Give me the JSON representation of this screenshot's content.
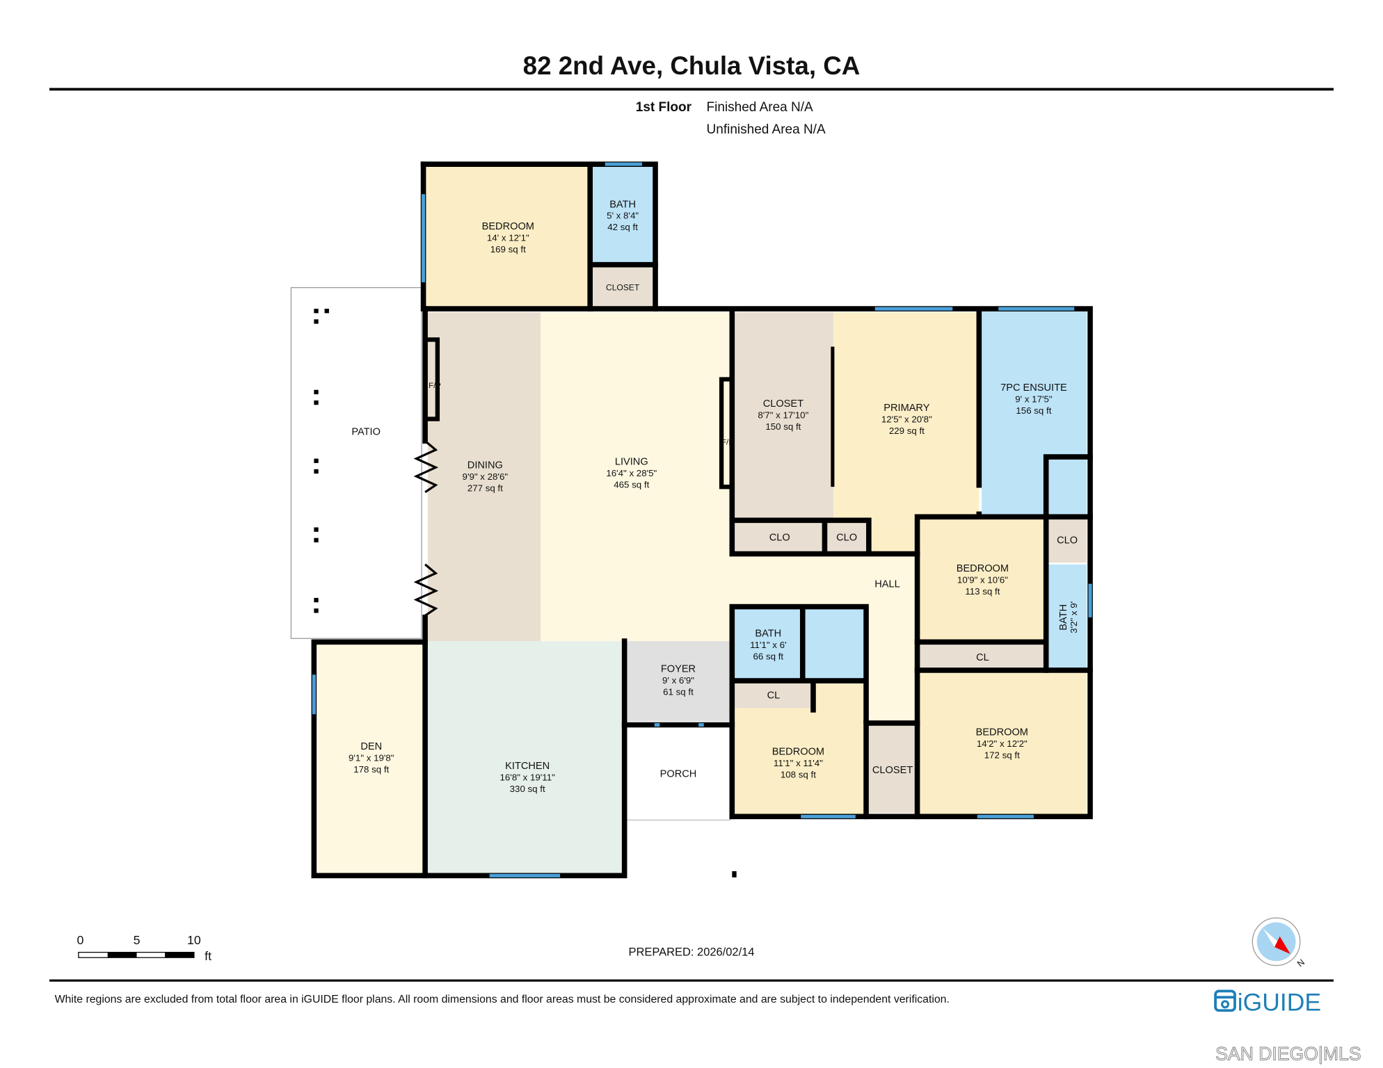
{
  "title": "82 2nd Ave, Chula Vista, CA",
  "floor": {
    "name": "1st Floor",
    "finished_area": "Finished Area N/A",
    "unfinished_area": "Unfinished Area N/A"
  },
  "rooms": [
    {
      "name": "BEDROOM",
      "dims": "14' x 12'1\"",
      "area": "169 sq ft"
    },
    {
      "name": "BATH",
      "dims": "5' x 8'4\"",
      "area": "42 sq ft"
    },
    {
      "name": "CLOSET"
    },
    {
      "name": "PATIO"
    },
    {
      "name": "DINING",
      "dims": "9'9\" x 28'6\"",
      "area": "277 sq ft"
    },
    {
      "name": "LIVING",
      "dims": "16'4\" x 28'5\"",
      "area": "465 sq ft"
    },
    {
      "name": "CLOSET",
      "dims": "8'7\" x 17'10\"",
      "area": "150 sq ft"
    },
    {
      "name": "PRIMARY",
      "dims": "12'5\" x 20'8\"",
      "area": "229 sq ft"
    },
    {
      "name": "7PC ENSUITE",
      "dims": "9' x 17'5\"",
      "area": "156 sq ft"
    },
    {
      "name": "CLO"
    },
    {
      "name": "CLO"
    },
    {
      "name": "CLO"
    },
    {
      "name": "HALL"
    },
    {
      "name": "BEDROOM",
      "dims": "10'9\" x 10'6\"",
      "area": "113 sq ft"
    },
    {
      "name": "BATH",
      "dims": "3'2\" x 9'"
    },
    {
      "name": "CL"
    },
    {
      "name": "BATH",
      "dims": "11'1\" x 6'",
      "area": "66 sq ft"
    },
    {
      "name": "FOYER",
      "dims": "9' x 6'9\"",
      "area": "61 sq ft"
    },
    {
      "name": "CL"
    },
    {
      "name": "BEDROOM",
      "dims": "14'2\" x 12'2\"",
      "area": "172 sq ft"
    },
    {
      "name": "DEN",
      "dims": "9'1\" x 19'8\"",
      "area": "178 sq ft"
    },
    {
      "name": "KITCHEN",
      "dims": "16'8\" x 19'11\"",
      "area": "330 sq ft"
    },
    {
      "name": "PORCH"
    },
    {
      "name": "BEDROOM",
      "dims": "11'1\" x 11'4\"",
      "area": "108 sq ft"
    },
    {
      "name": "CLOSET"
    }
  ],
  "fireplace_label": "F/P",
  "scale": {
    "ticks": [
      "0",
      "5",
      "10"
    ],
    "unit": "ft"
  },
  "prepared": "PREPARED: 2026/02/14",
  "compass": {
    "label": "N",
    "icon": "compass-icon"
  },
  "disclaimer": "White regions are excluded from total floor area in iGUIDE floor plans. All room dimensions and floor areas must be considered approximate and are subject to independent verification.",
  "logos": {
    "iguide": "iGUIDE",
    "mls": "SAN DIEGO|MLS"
  },
  "colors": {
    "bedroom": "#fbeec6",
    "bath": "#bde3f7",
    "closet": "#e8dfd2",
    "living": "#fef8e1",
    "kitchen": "#e6f0ea",
    "foyer": "#e0e0e0",
    "window": "#4a9fd6",
    "brand": "#1e7fb8"
  }
}
